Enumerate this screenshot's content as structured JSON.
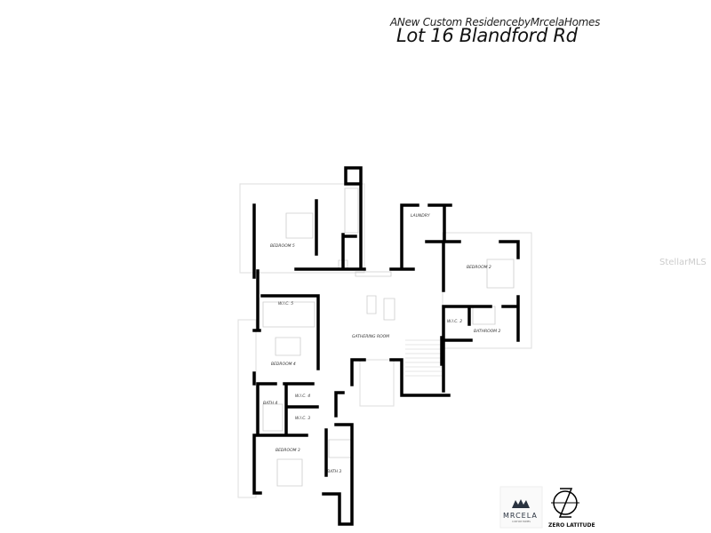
{
  "header": {
    "subtitle": "ANew Custom ResidencebyMrcelaHomes",
    "title": "Lot 16 Blandford Rd"
  },
  "watermark": "StellarMLS",
  "rooms": [
    {
      "id": "bedroom5",
      "label": "BEDROOM 5"
    },
    {
      "id": "laundry",
      "label": "LAUNDRY"
    },
    {
      "id": "bedroom2",
      "label": "BEDROOM 2"
    },
    {
      "id": "wic5",
      "label": "W.I.C. 5"
    },
    {
      "id": "wic2",
      "label": "W.I.C. 2"
    },
    {
      "id": "bathroom2",
      "label": "BATHROOM 2"
    },
    {
      "id": "gathering",
      "label": "GATHERING ROOM"
    },
    {
      "id": "bedroom4",
      "label": "BEDROOM 4"
    },
    {
      "id": "bath4",
      "label": "BATH 4"
    },
    {
      "id": "wic4",
      "label": "W.I.C. 4"
    },
    {
      "id": "wic3",
      "label": "W.I.C. 3"
    },
    {
      "id": "bedroom3",
      "label": "BEDROOM 3"
    },
    {
      "id": "bath3",
      "label": "BATH 3"
    }
  ],
  "logos": {
    "builder": {
      "name": "MRCELA",
      "tagline": "CUSTOM HOMES",
      "color": "#2a3340"
    },
    "designer": {
      "name": "ZERO LATITUDE"
    }
  }
}
